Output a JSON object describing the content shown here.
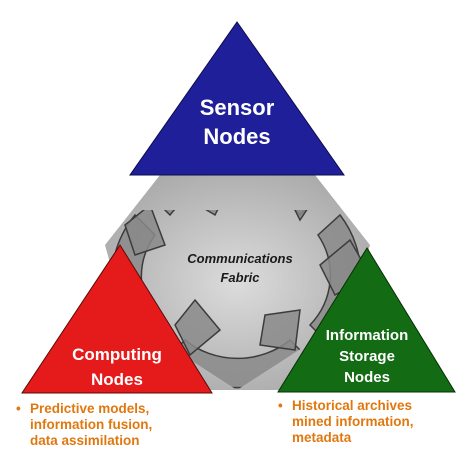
{
  "nodes": {
    "sensor": {
      "line1": "Sensor",
      "line2": "Nodes",
      "color": "#1f1f9a"
    },
    "computing": {
      "line1": "Computing",
      "line2": "Nodes",
      "color": "#e51b1b"
    },
    "storage": {
      "line1": "Information",
      "line2": "Storage",
      "line3": "Nodes",
      "color": "#136b13"
    }
  },
  "center": {
    "line1": "Communications",
    "line2": "Fabric"
  },
  "computing_details": {
    "bullet": "•",
    "lines": [
      "Predictive models,",
      "information fusion,",
      "data assimilation"
    ],
    "color": "#e07810"
  },
  "storage_details": {
    "bullet": "•",
    "lines": [
      "Historical archives",
      "mined information,",
      "metadata"
    ],
    "color": "#e07810"
  },
  "colors": {
    "fabric_background": "#c8c8c8",
    "arrow_fill": "#8a8a8a",
    "arrow_stroke": "#3c3c3c"
  }
}
